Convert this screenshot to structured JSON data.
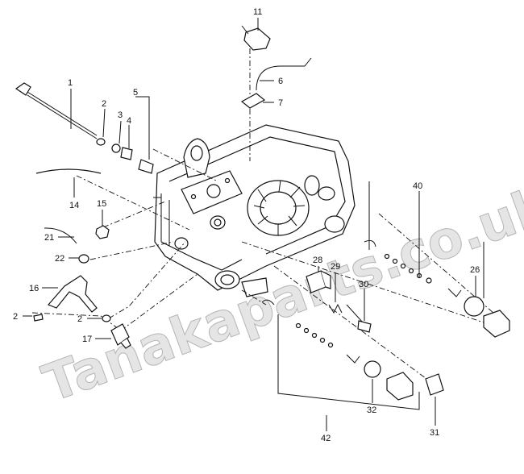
{
  "watermark": "Tanakaparts.co.uk",
  "callouts": [
    {
      "id": "c1",
      "text": "1"
    },
    {
      "id": "c2a",
      "text": "2"
    },
    {
      "id": "c3",
      "text": "3"
    },
    {
      "id": "c4",
      "text": "4"
    },
    {
      "id": "c5",
      "text": "5"
    },
    {
      "id": "c6",
      "text": "6"
    },
    {
      "id": "c7",
      "text": "7"
    },
    {
      "id": "c11",
      "text": "11"
    },
    {
      "id": "c14",
      "text": "14"
    },
    {
      "id": "c15",
      "text": "15"
    },
    {
      "id": "c21",
      "text": "21"
    },
    {
      "id": "c22",
      "text": "22"
    },
    {
      "id": "c16",
      "text": "16"
    },
    {
      "id": "c2b",
      "text": "2"
    },
    {
      "id": "c2c",
      "text": "2"
    },
    {
      "id": "c17",
      "text": "17"
    },
    {
      "id": "c28",
      "text": "28"
    },
    {
      "id": "c29",
      "text": "29"
    },
    {
      "id": "c30",
      "text": "30"
    },
    {
      "id": "c40",
      "text": "40"
    },
    {
      "id": "c26",
      "text": "26"
    },
    {
      "id": "c32",
      "text": "32"
    },
    {
      "id": "c31",
      "text": "31"
    },
    {
      "id": "c42",
      "text": "42"
    }
  ]
}
